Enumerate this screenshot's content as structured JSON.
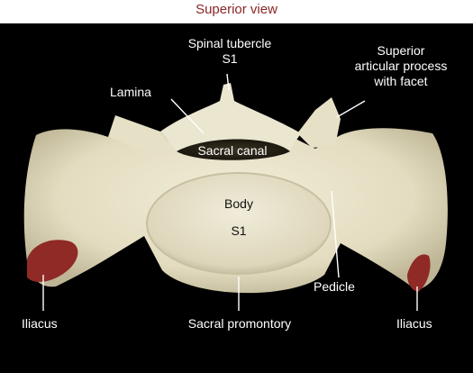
{
  "figure": {
    "title": "Superior view",
    "labels": {
      "spinal_tubercle": "Spinal tubercle",
      "spinal_tubercle_level": "S1",
      "superior_articular_1": "Superior",
      "superior_articular_2": "articular process",
      "superior_articular_3": "with facet",
      "lamina": "Lamina",
      "sacral_canal": "Sacral canal",
      "body": "Body",
      "body_level": "S1",
      "pedicle": "Pedicle",
      "iliacus_left": "Iliacus",
      "iliacus_right": "Iliacus",
      "sacral_promontory": "Sacral promontory"
    }
  },
  "colors": {
    "title": "#8a2727",
    "background": "#000000",
    "bone": "#e9e4cc",
    "muscle_marker": "#8f2a26",
    "label": "#ffffff"
  }
}
